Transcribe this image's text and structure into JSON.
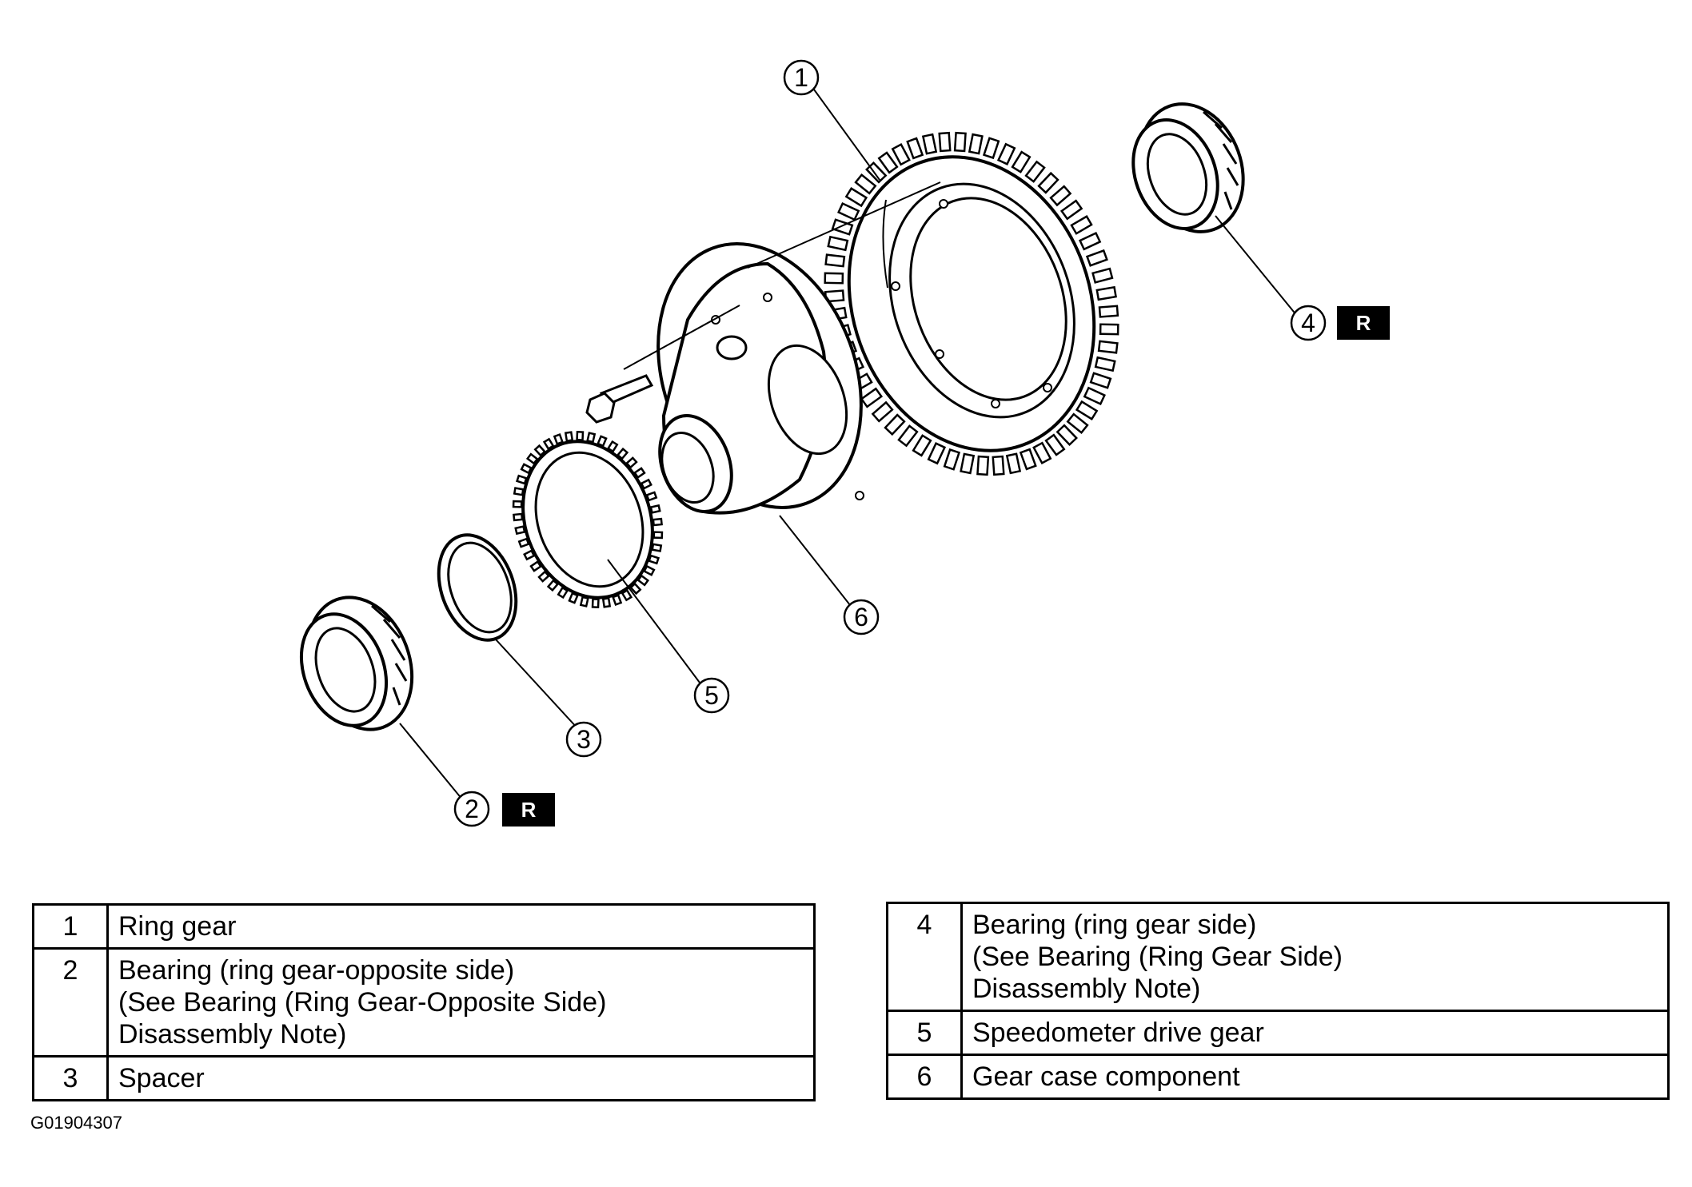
{
  "callouts": {
    "c1": "1",
    "c2": "2",
    "c3": "3",
    "c4": "4",
    "c5": "5",
    "c6": "6",
    "badge": "R"
  },
  "legend_left": [
    {
      "num": "1",
      "lines": [
        "Ring gear"
      ]
    },
    {
      "num": "2",
      "lines": [
        "Bearing (ring gear-opposite side)",
        "(See Bearing (Ring Gear-Opposite Side)",
        "Disassembly Note)"
      ]
    },
    {
      "num": "3",
      "lines": [
        "Spacer"
      ]
    }
  ],
  "legend_right": [
    {
      "num": "4",
      "lines": [
        "Bearing (ring gear side)",
        "(See Bearing (Ring Gear Side)",
        "Disassembly Note)"
      ]
    },
    {
      "num": "5",
      "lines": [
        "Speedometer drive gear"
      ]
    },
    {
      "num": "6",
      "lines": [
        "Gear case component"
      ]
    }
  ],
  "figure_code": "G01904307"
}
